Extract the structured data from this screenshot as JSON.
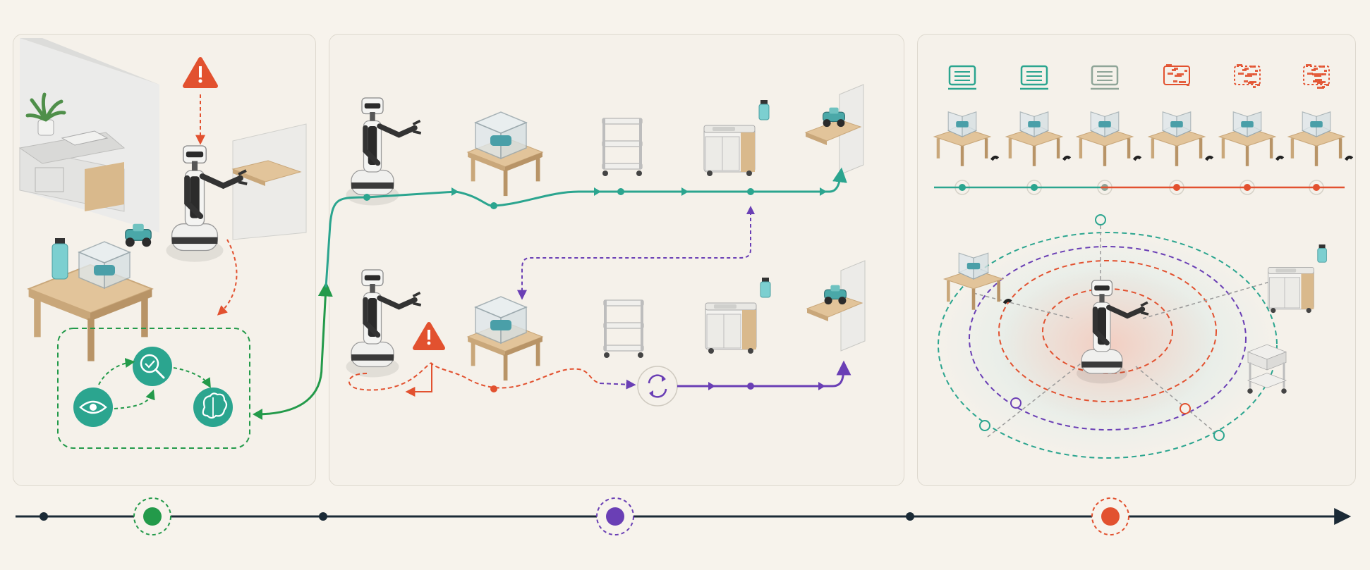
{
  "panels": [
    {
      "name": "scene-panel"
    },
    {
      "name": "plan-panel"
    },
    {
      "name": "robustness-panel"
    }
  ],
  "colors": {
    "background": "#f7f3ec",
    "panel_border": "#ddd8ce",
    "teal": "#2ba58f",
    "green": "#239a4a",
    "purple": "#6a3fb5",
    "orange": "#e2512f",
    "navy": "#1b2a36",
    "wood": "#d9b98c",
    "robot_dark": "#2b2b2b"
  },
  "icons": {
    "warning": "warning-triangle-icon",
    "eye": "eye-icon",
    "search": "magnifier-check-icon",
    "brain": "brain-icon",
    "refresh": "refresh-cycle-icon",
    "document": "document-icon"
  },
  "plan_stages": [
    "table-with-box",
    "cart",
    "sink-cabinet",
    "wall-shelf"
  ],
  "degradation_levels": [
    {
      "color": "#2ba58f",
      "noise": 0
    },
    {
      "color": "#2ba58f",
      "noise": 0
    },
    {
      "color": "#8fa598",
      "noise": 0
    },
    {
      "color": "#e2512f",
      "noise": 1
    },
    {
      "color": "#e2512f",
      "noise": 2
    },
    {
      "color": "#e2512f",
      "noise": 3
    }
  ],
  "timeline_markers": [
    {
      "kind": "dot"
    },
    {
      "kind": "ring",
      "color": "#239a4a"
    },
    {
      "kind": "dot"
    },
    {
      "kind": "ring",
      "color": "#6a3fb5"
    },
    {
      "kind": "dot"
    },
    {
      "kind": "ring",
      "color": "#e2512f"
    }
  ]
}
